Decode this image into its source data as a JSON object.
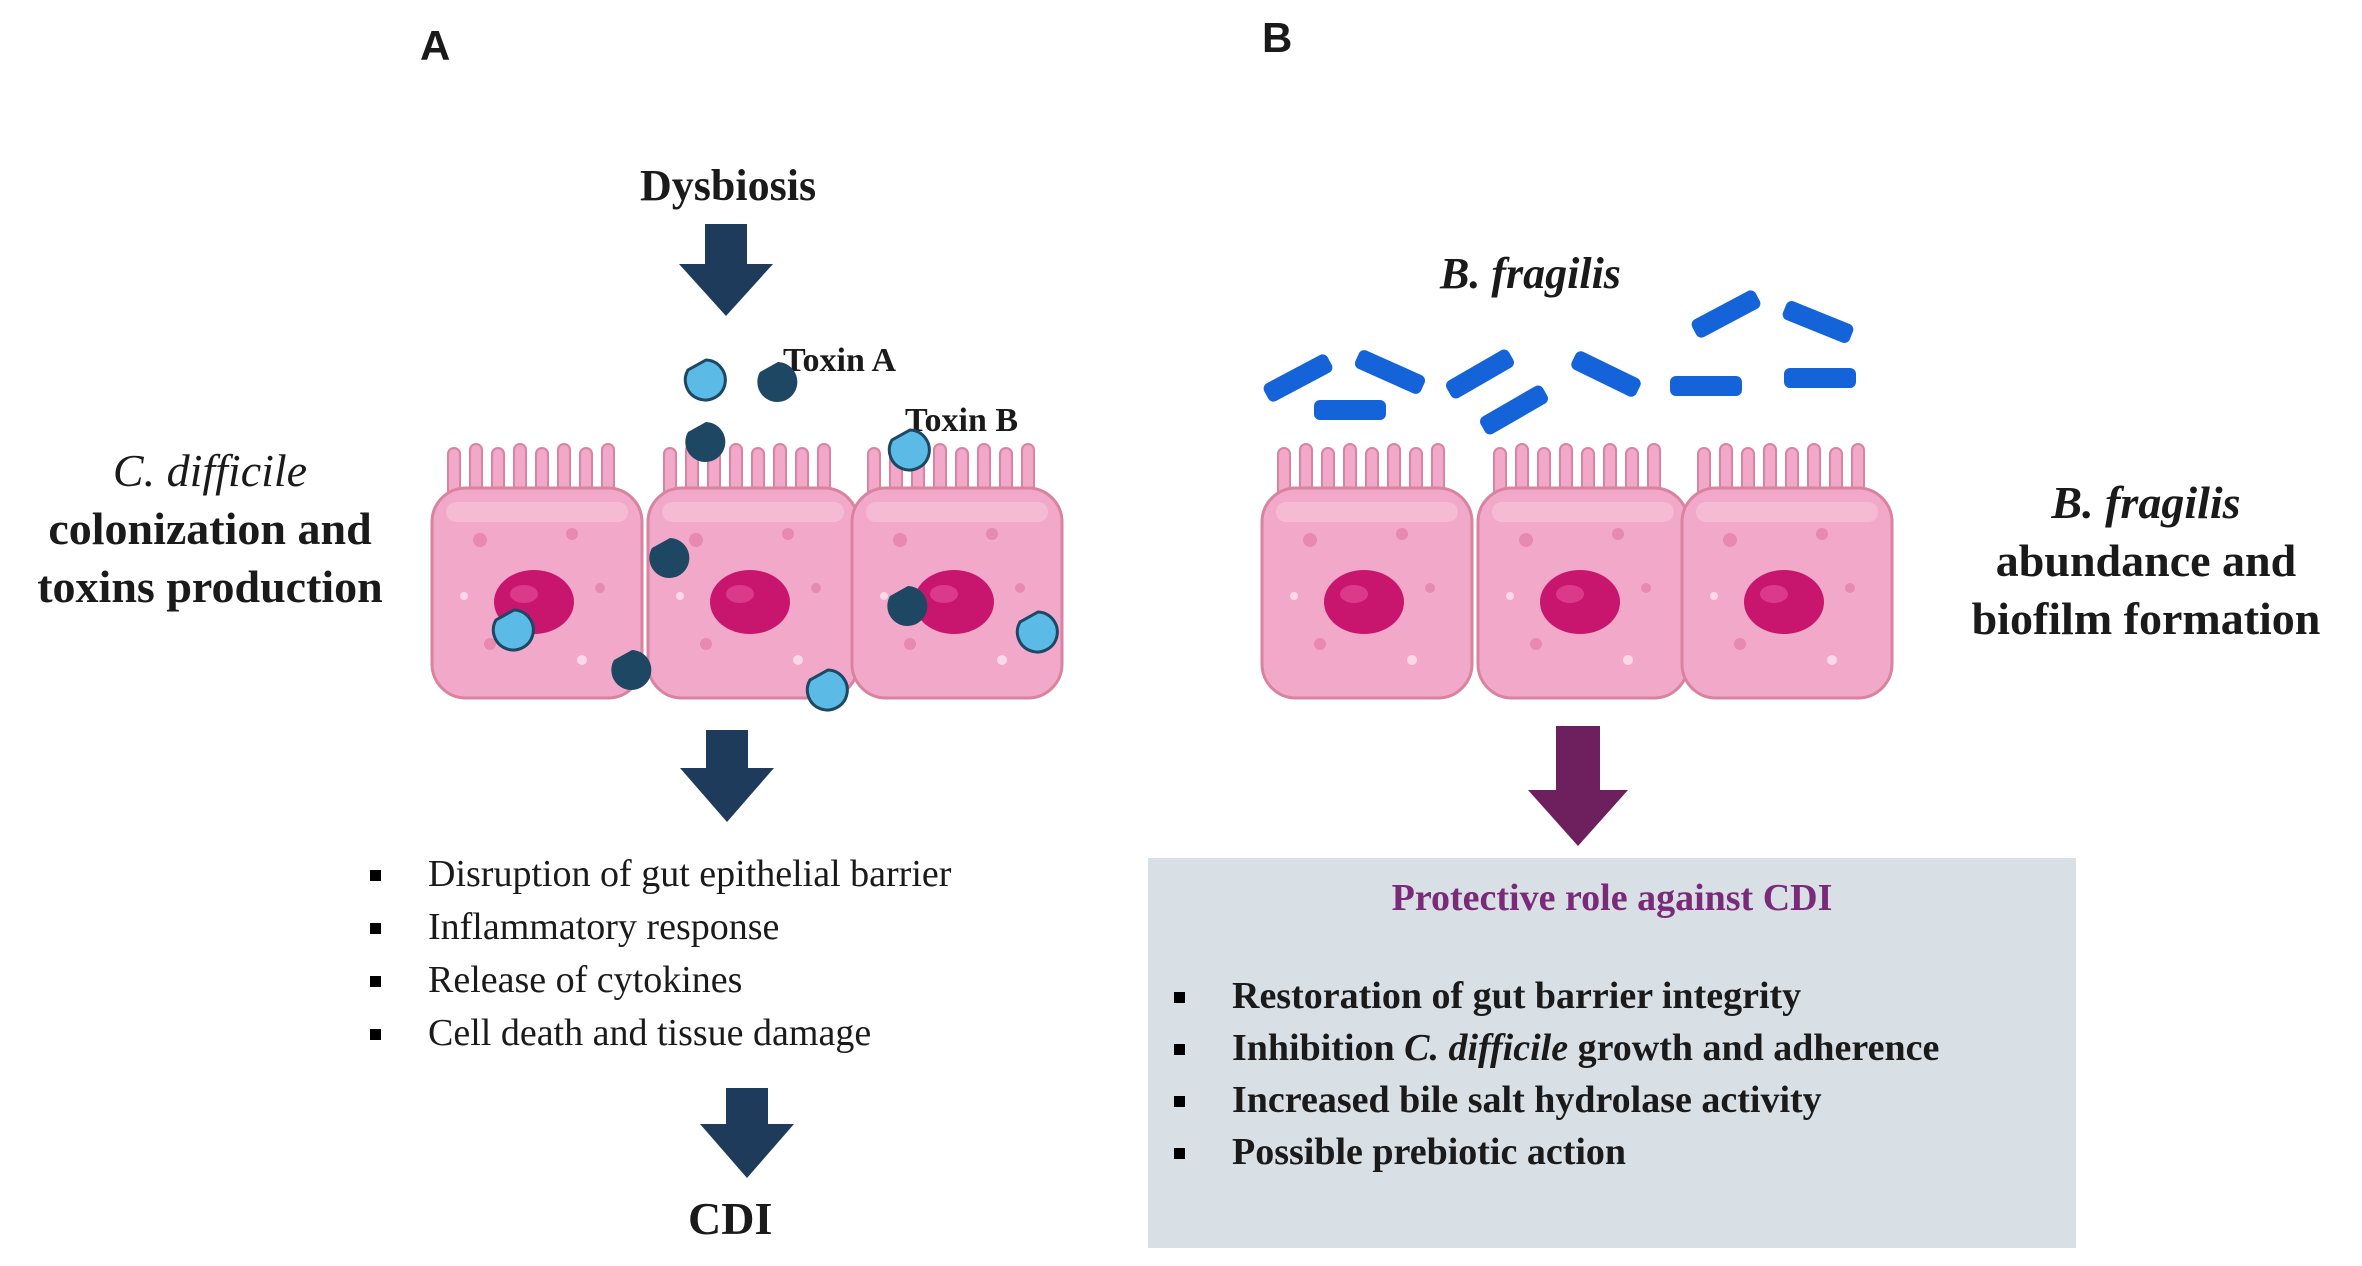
{
  "panel_a": {
    "label": "A",
    "top_label": "Dysbiosis",
    "toxin_a": "Toxin A",
    "toxin_b": "Toxin B",
    "side_italic": "C. difficile",
    "side_line2": "colonization and",
    "side_line3": "toxins production",
    "effects": [
      "Disruption of gut epithelial barrier",
      "Inflammatory response",
      "Release of cytokines",
      "Cell death and tissue damage"
    ],
    "bottom_label": "CDI"
  },
  "panel_b": {
    "label": "B",
    "bacteria_label": "B. fragilis",
    "side_italic": "B. fragilis",
    "side_line2": "abundance and",
    "side_line3": "biofilm formation",
    "box_title": "Protective role against CDI",
    "protect_items": [
      {
        "pre": "Restoration of gut barrier integrity",
        "ital": "",
        "post": ""
      },
      {
        "pre": "Inhibition ",
        "ital": "C. difficile",
        "post": " growth and adherence"
      },
      {
        "pre": "Increased bile salt hydrolase activity",
        "ital": "",
        "post": ""
      },
      {
        "pre": "Possible prebiotic action",
        "ital": "",
        "post": ""
      }
    ]
  },
  "colors": {
    "arrow_dark": "#1f3b5c",
    "arrow_purple": "#6e1f5e",
    "cell_body": "#f2a9c9",
    "nucleus": "#c8156e",
    "bacteria": "#1463d8",
    "toxin_dark": "#1d4763",
    "toxin_light": "#5bbbe6",
    "box_bg": "#d8e0e6",
    "box_title": "#7a2a78"
  }
}
